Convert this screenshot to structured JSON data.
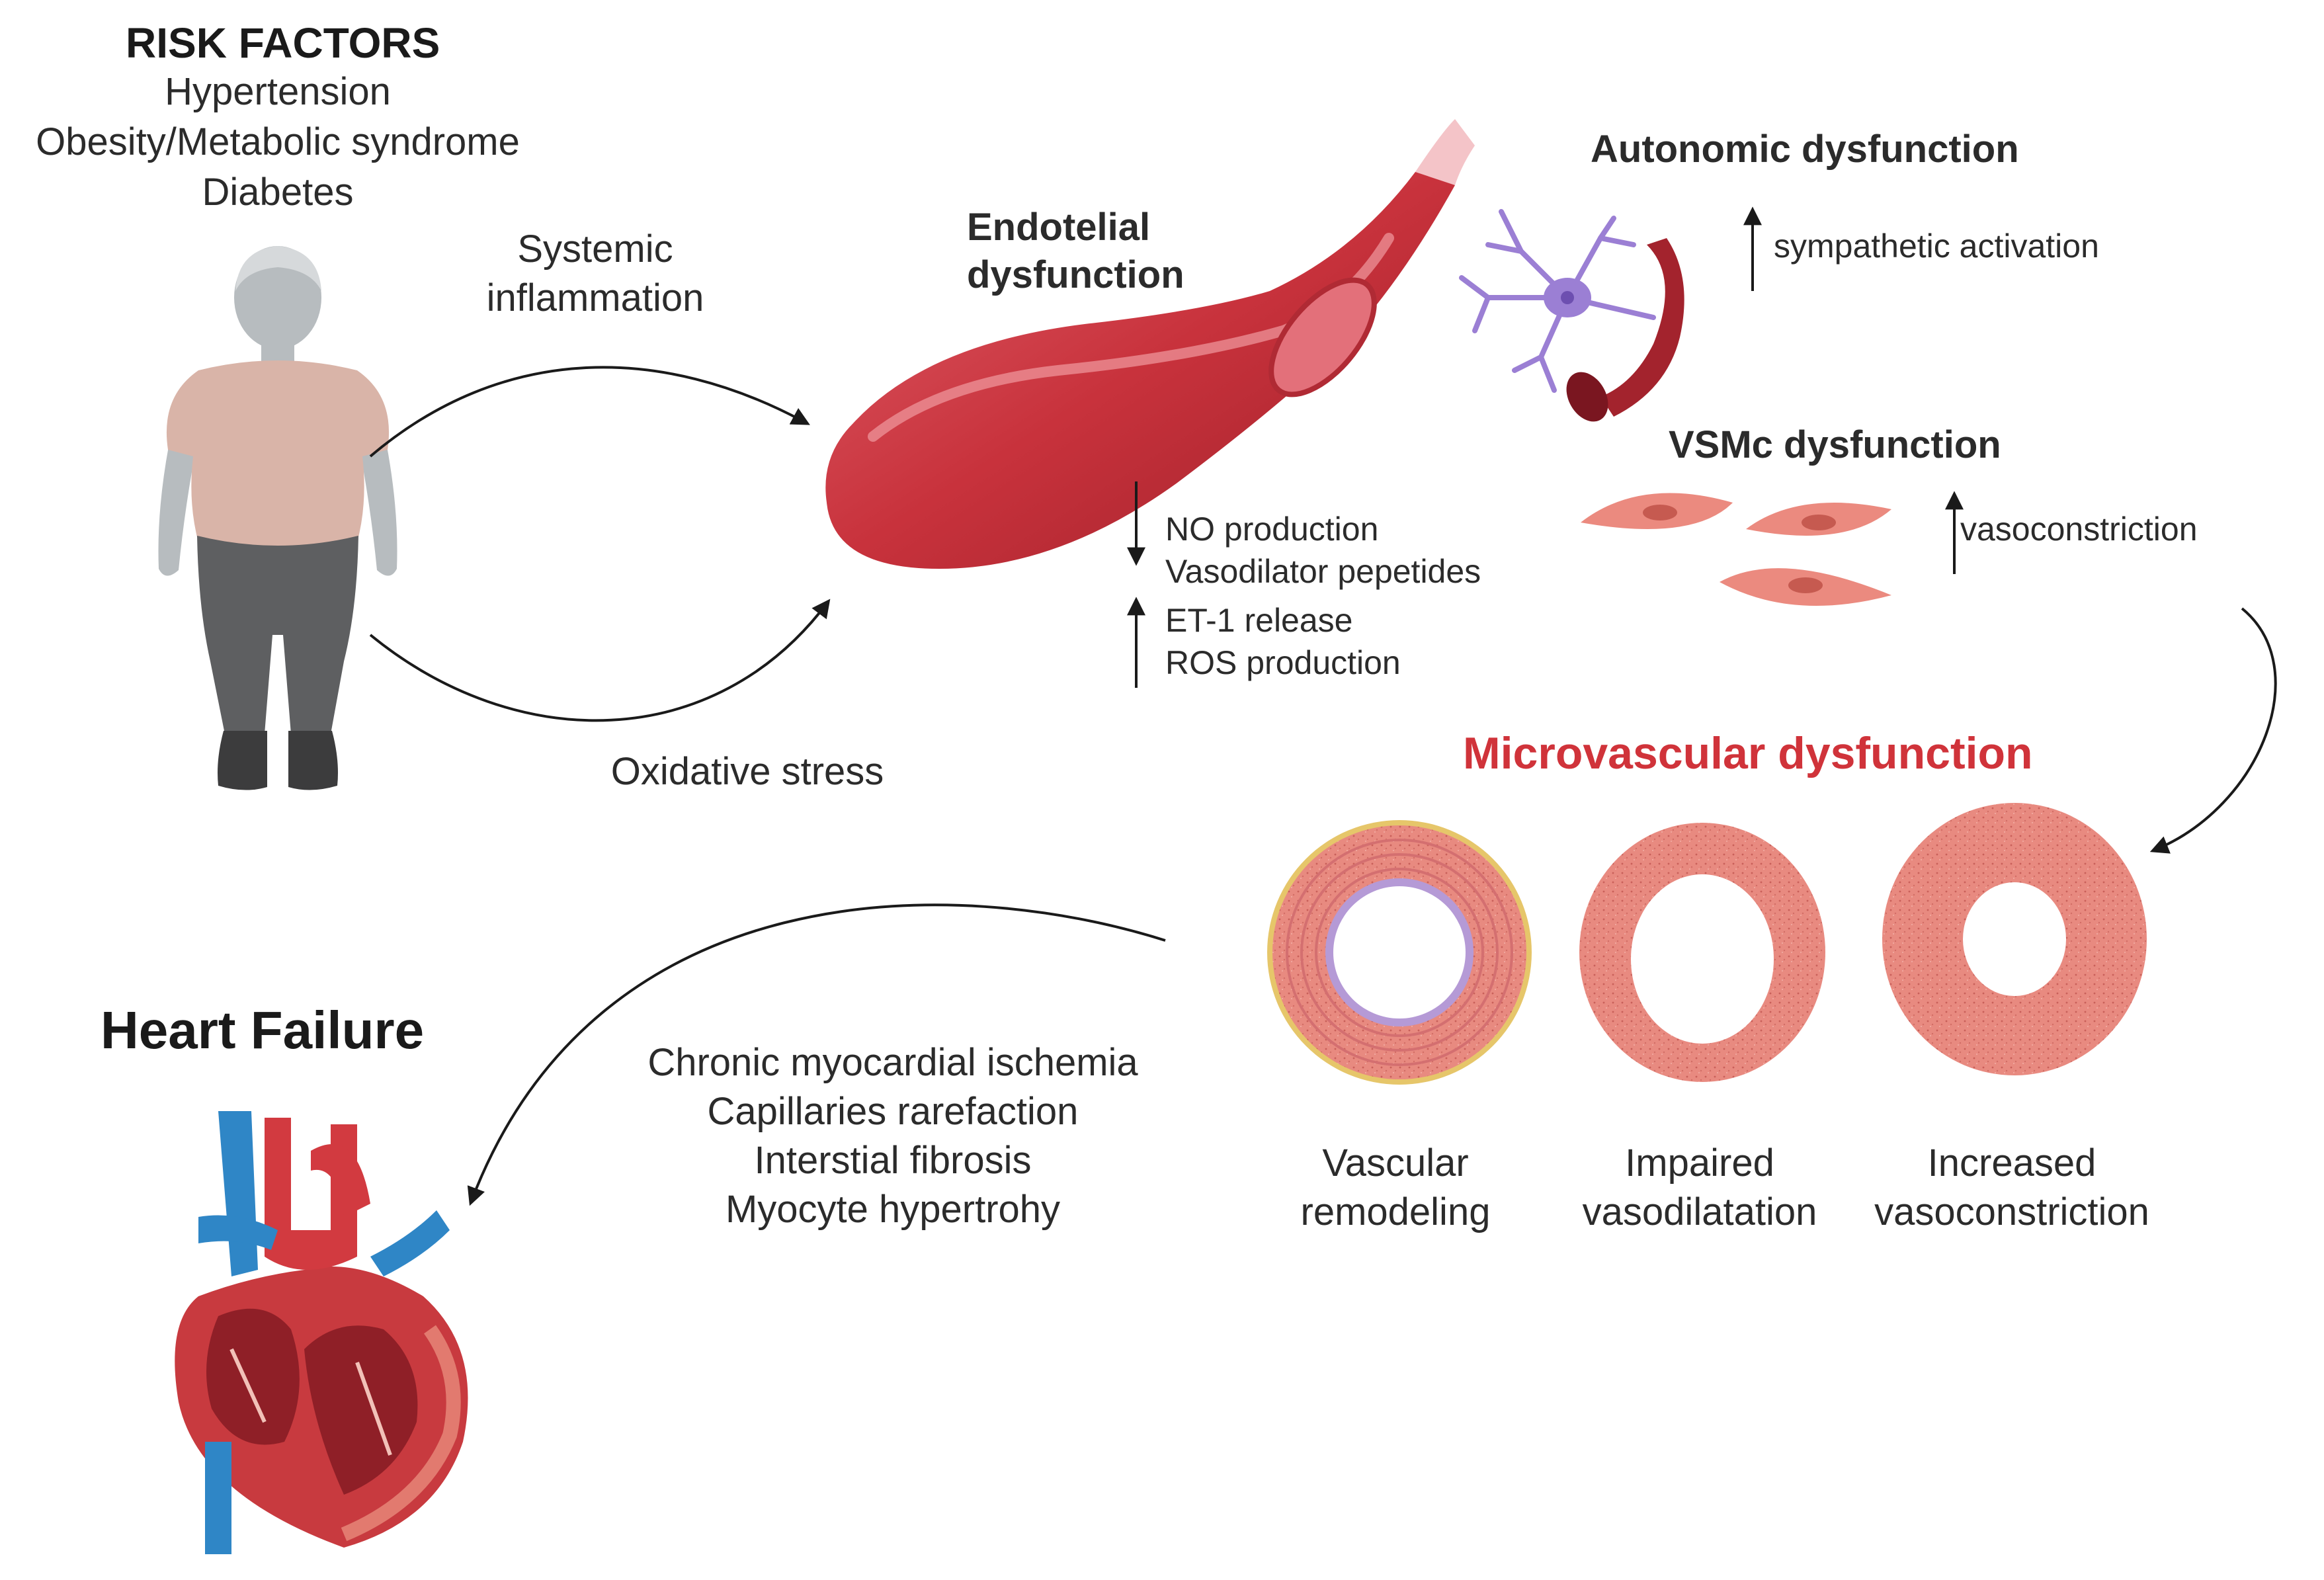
{
  "risk_factors": {
    "title": "RISK FACTORS",
    "items": [
      "Hypertension",
      "Obesity/Metabolic syndrome",
      "Diabetes"
    ]
  },
  "arrows": {
    "systemic_inflammation": "Systemic\ninflammation",
    "oxidative_stress": "Oxidative stress"
  },
  "endothelial": {
    "title": "Endotelial\ndysfunction",
    "down_items": [
      "NO production",
      "Vasodilator pepetides"
    ],
    "up_items": [
      "ET-1 release",
      "ROS production"
    ]
  },
  "autonomic": {
    "title": "Autonomic dysfunction",
    "effect": "sympathetic activation"
  },
  "vsmc": {
    "title": "VSMc dysfunction",
    "effect": "vasoconstriction"
  },
  "microvascular": {
    "title": "Microvascular dysfunction",
    "vessels": [
      {
        "label": "Vascular\nremodeling"
      },
      {
        "label": "Impaired\nvasodilatation"
      },
      {
        "label": "Increased\nvasoconstriction"
      }
    ]
  },
  "heart_failure": {
    "title": "Heart Failure",
    "consequences": [
      "Chronic myocardial ischemia",
      "Capillaries rarefaction",
      "Interstial fibrosis",
      "Myocyte hypertrohy"
    ]
  },
  "colors": {
    "vessel_red": "#c8323c",
    "micro_title": "#d0333a",
    "tissue_pink": "#e8857c",
    "neuron_purple": "#9b7fd4",
    "vein_blue": "#2f86c6"
  }
}
